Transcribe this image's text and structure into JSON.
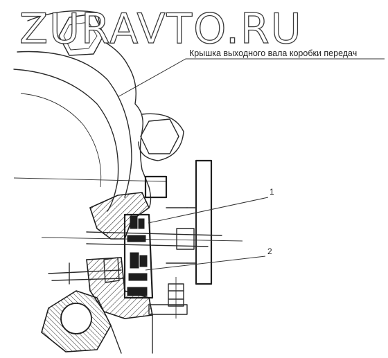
{
  "watermark": "ZURAVTO.RU",
  "caption": "Крышка выходного вала коробки передач",
  "callouts": [
    "1",
    "2"
  ]
}
